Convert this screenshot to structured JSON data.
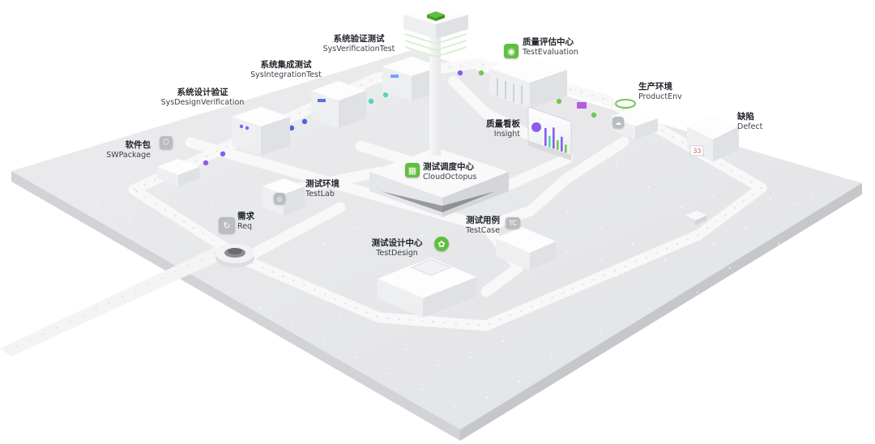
{
  "nodes": {
    "sys_verification": {
      "zh": "系统验证测试",
      "en": "SysVerificationTest"
    },
    "sys_integration": {
      "zh": "系统集成测试",
      "en": "SysIntegrationTest"
    },
    "sys_design_verification": {
      "zh": "系统设计验证",
      "en": "SysDesignVerification"
    },
    "sw_package": {
      "zh": "软件包",
      "en": "SWPackage"
    },
    "req": {
      "zh": "需求",
      "en": "Req"
    },
    "test_lab": {
      "zh": "测试环境",
      "en": "TestLab"
    },
    "cloud_octopus": {
      "zh": "测试调度中心",
      "en": "CloudOctopus"
    },
    "test_evaluation": {
      "zh": "质量评估中心",
      "en": "TestEvaluation"
    },
    "insight": {
      "zh": "质量看板",
      "en": "Insight"
    },
    "product_env": {
      "zh": "生产环境",
      "en": "ProductEnv"
    },
    "defect": {
      "zh": "缺陷",
      "en": "Defect"
    },
    "test_case": {
      "zh": "测试用例",
      "en": "TestCase"
    },
    "test_design": {
      "zh": "测试设计中心",
      "en": "TestDesign"
    }
  },
  "icons": {
    "req": "refresh-icon",
    "cloud_octopus": "chip-icon",
    "test_evaluation": "user-icon",
    "test_design": "gear-icon",
    "product_env": "cloud-icon",
    "sw_package": "box-icon",
    "test_lab": "globe-icon",
    "test_case": "tc-icon",
    "defect": "bug-counter-icon"
  },
  "defect_counter": "33",
  "test_case_badge": "TC",
  "colors": {
    "accent_green": "#5fbf3f",
    "dot_purple": "#8a5cf0",
    "dot_blue": "#4f63e0",
    "dot_teal": "#4fd6c0",
    "dot_green": "#6fca50",
    "platform": "#e9eaec",
    "road": "#f6f6f7",
    "building": "#f3f4f5"
  }
}
